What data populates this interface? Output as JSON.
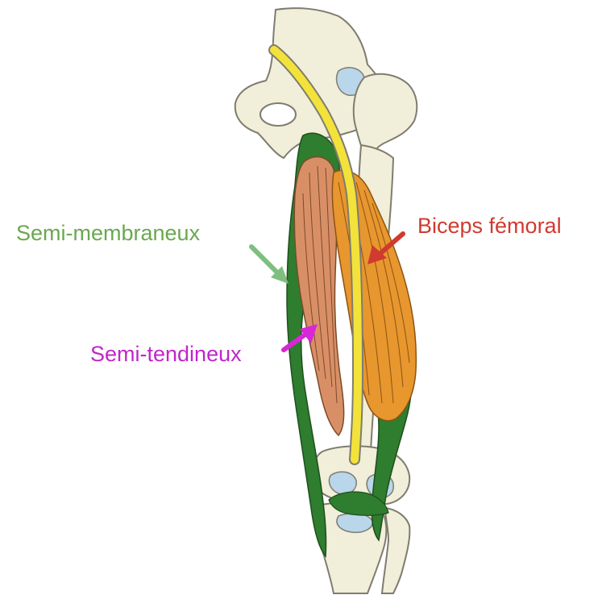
{
  "labels": {
    "semi_membraneux": {
      "text": "Semi-membraneux",
      "color": "#6aa84f"
    },
    "biceps_femoral": {
      "text": "Biceps fémoral",
      "color": "#d03a2f"
    },
    "semi_tendineux": {
      "text": "Semi-tendineux",
      "color": "#c026c8"
    }
  },
  "colors": {
    "bone": "#f1eed9",
    "bone_outline": "#7f7c70",
    "nerve": "#f3e23a",
    "cartilage": "#b9d6ea",
    "muscle_green": "#2f7d2e",
    "semi_membraneux_muscle": "#d98f66",
    "biceps_muscle": "#e8962e",
    "arrow_green": "#7ebf80",
    "arrow_red": "#d03a2f",
    "arrow_magenta": "#d826d8"
  }
}
